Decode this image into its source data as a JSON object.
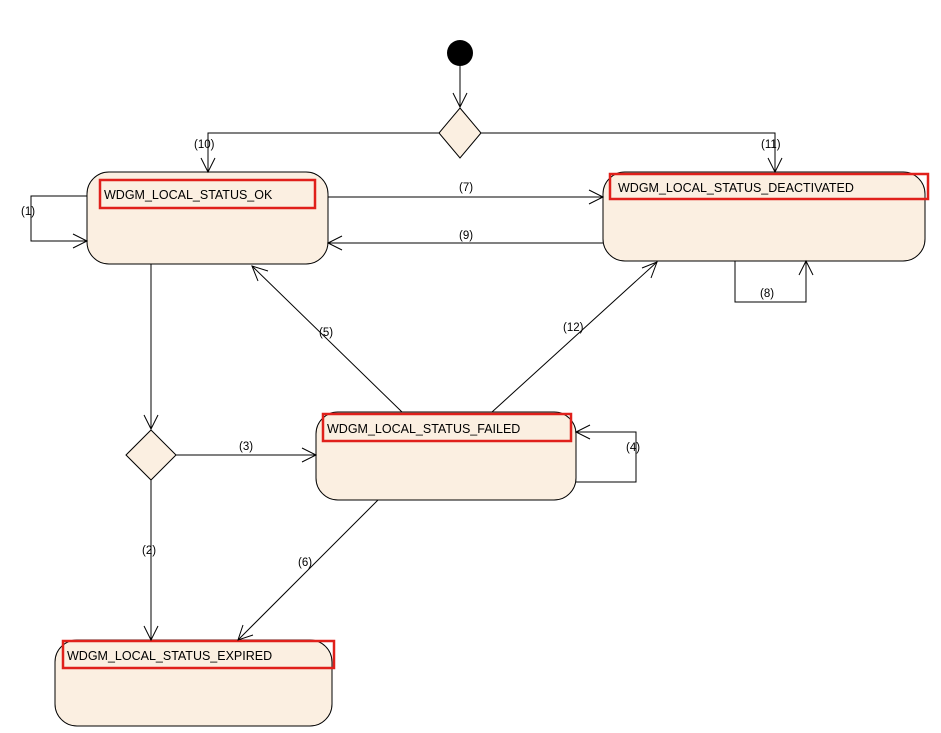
{
  "diagram": {
    "states": {
      "ok": "WDGM_LOCAL_STATUS_OK",
      "deactivated": "WDGM_LOCAL_STATUS_DEACTIVATED",
      "failed": "WDGM_LOCAL_STATUS_FAILED",
      "expired": "WDGM_LOCAL_STATUS_EXPIRED"
    },
    "transitions": {
      "t1": "(1)",
      "t2": "(2)",
      "t3": "(3)",
      "t4": "(4)",
      "t5": "(5)",
      "t6": "(6)",
      "t7": "(7)",
      "t8": "(8)",
      "t9": "(9)",
      "t10": "(10)",
      "t11": "(11)",
      "t12": "(12)"
    },
    "colors": {
      "state_fill": "#fbefe1",
      "highlight": "#e0201b",
      "line": "#000000"
    }
  }
}
